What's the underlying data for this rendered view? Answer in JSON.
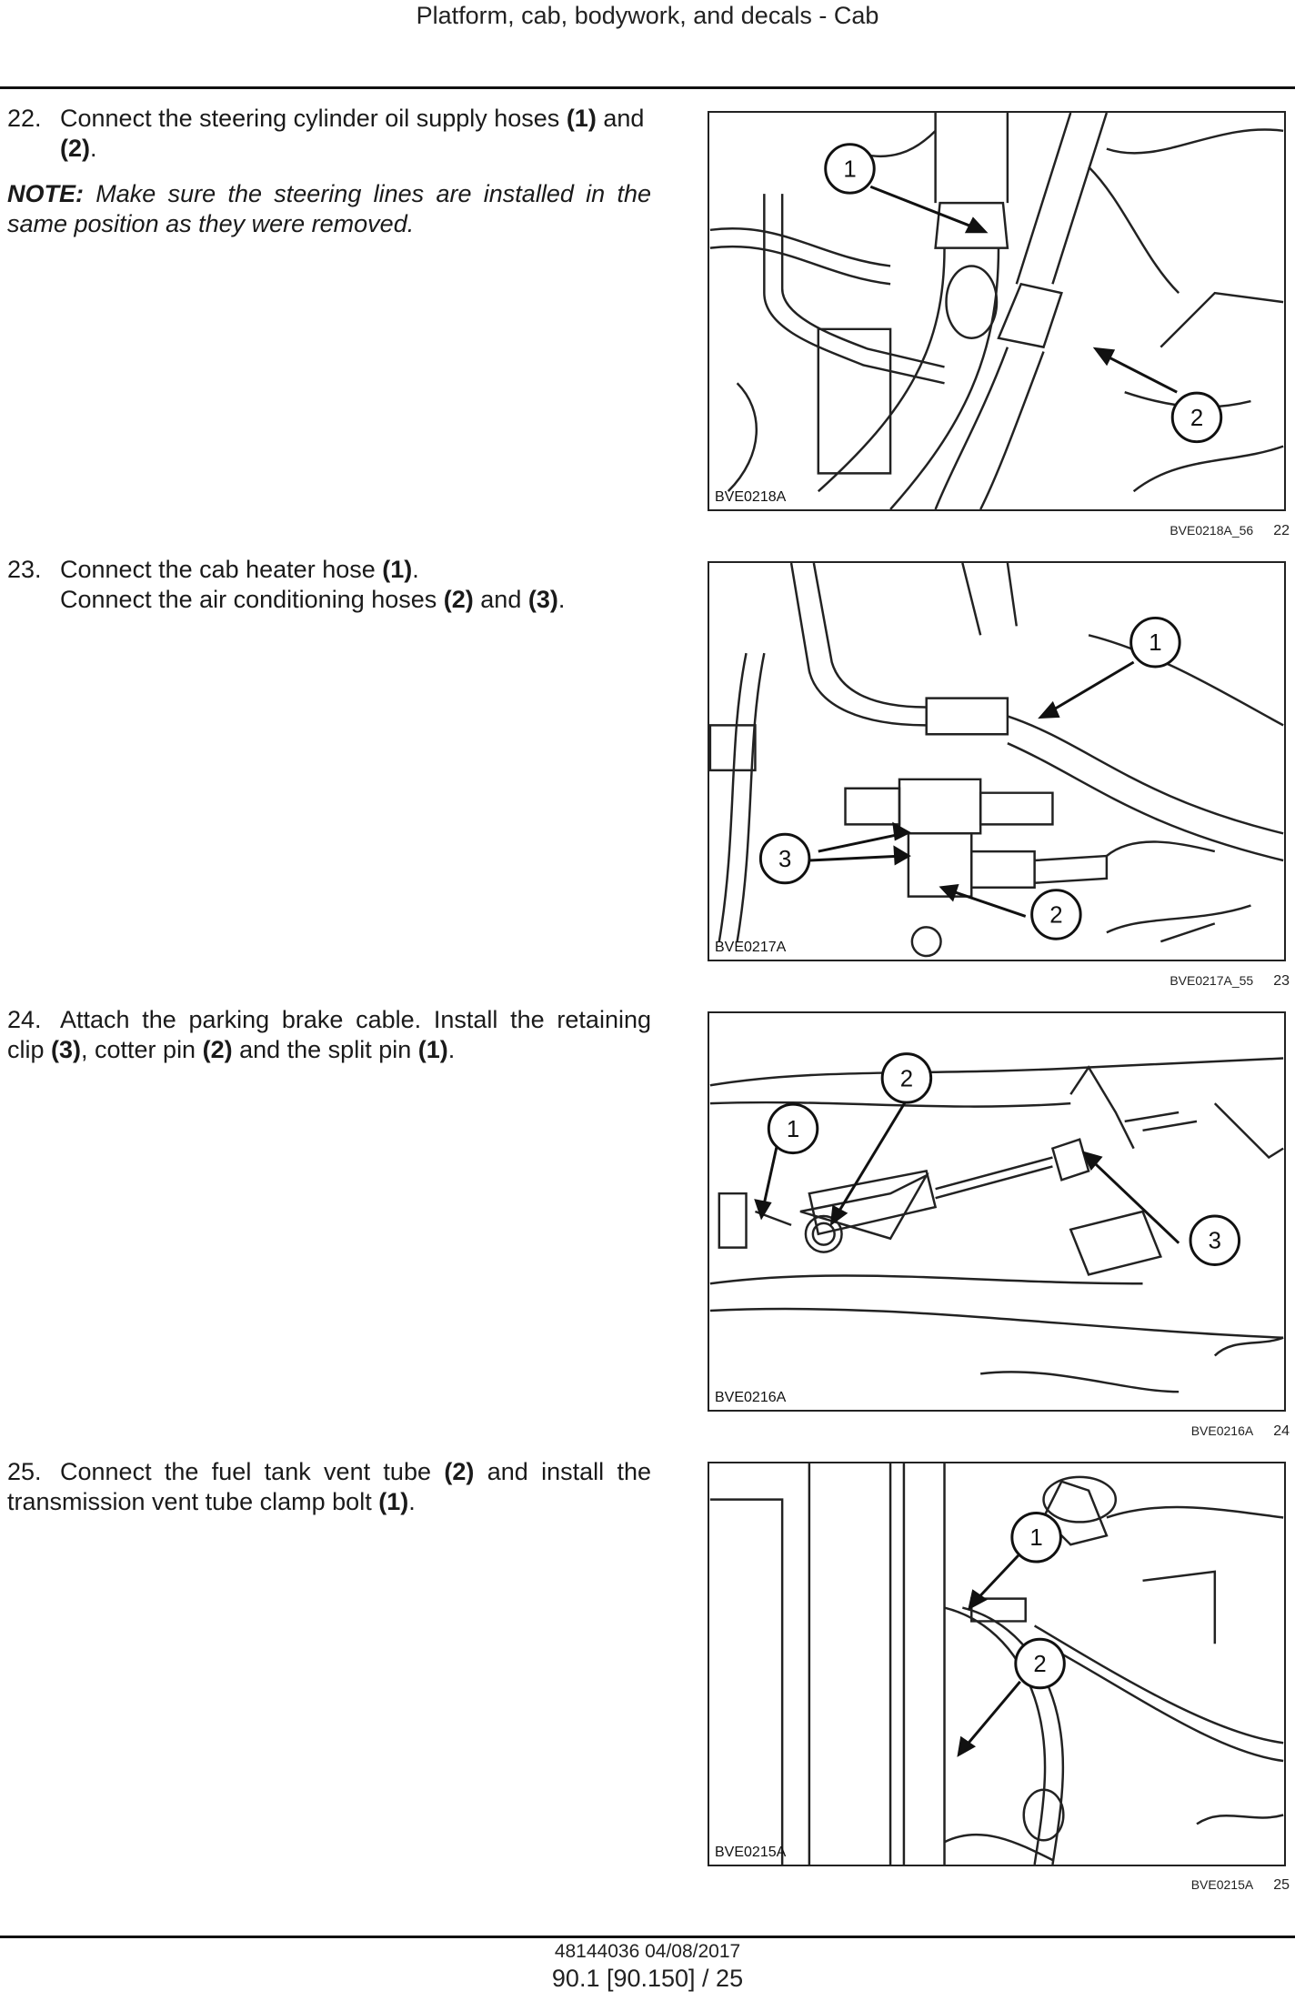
{
  "header": {
    "title": "Platform, cab, bodywork, and decals - Cab"
  },
  "steps": [
    {
      "number": "22.",
      "line1a": "Connect the steering cylinder oil supply hoses ",
      "ref1": "(1)",
      "line1b": " and",
      "ref2": "(2)",
      "line1c": ".",
      "note_label": "NOTE:",
      "note_text": " Make sure the steering lines are installed in the same position as they were removed.",
      "figure": {
        "image_id": "BVE0218A",
        "caption": "BVE0218A_56",
        "number": "22",
        "callouts": [
          "1",
          "2"
        ]
      }
    },
    {
      "number": "23.",
      "line1a": "Connect the cab heater hose ",
      "ref1": "(1)",
      "line1b": ".",
      "line2a": "Connect the air conditioning hoses ",
      "ref2": "(2)",
      "line2b": " and ",
      "ref3": "(3)",
      "line2c": ".",
      "figure": {
        "image_id": "BVE0217A",
        "caption": "BVE0217A_55",
        "number": "23",
        "callouts": [
          "1",
          "3",
          "2"
        ]
      }
    },
    {
      "number": "24.",
      "line1a": "Attach the parking brake cable.  Install the retaining clip ",
      "ref3": "(3)",
      "mid1": ", cotter pin ",
      "ref2": "(2)",
      "mid2": " and the split pin ",
      "ref1": "(1)",
      "end": ".",
      "figure": {
        "image_id": "BVE0216A",
        "caption": "BVE0216A",
        "number": "24",
        "callouts": [
          "2",
          "1",
          "3"
        ]
      }
    },
    {
      "number": "25.",
      "line1a": "Connect the fuel tank vent tube ",
      "ref2": "(2)",
      "mid1": " and install the transmission vent tube clamp bolt ",
      "ref1": "(1)",
      "end": ".",
      "figure": {
        "image_id": "BVE0215A",
        "caption": "BVE0215A",
        "number": "25",
        "callouts": [
          "1",
          "2"
        ]
      }
    }
  ],
  "footer": {
    "doc_ref": "48144036 04/08/2017",
    "page_ref": "90.1 [90.150] / 25"
  }
}
